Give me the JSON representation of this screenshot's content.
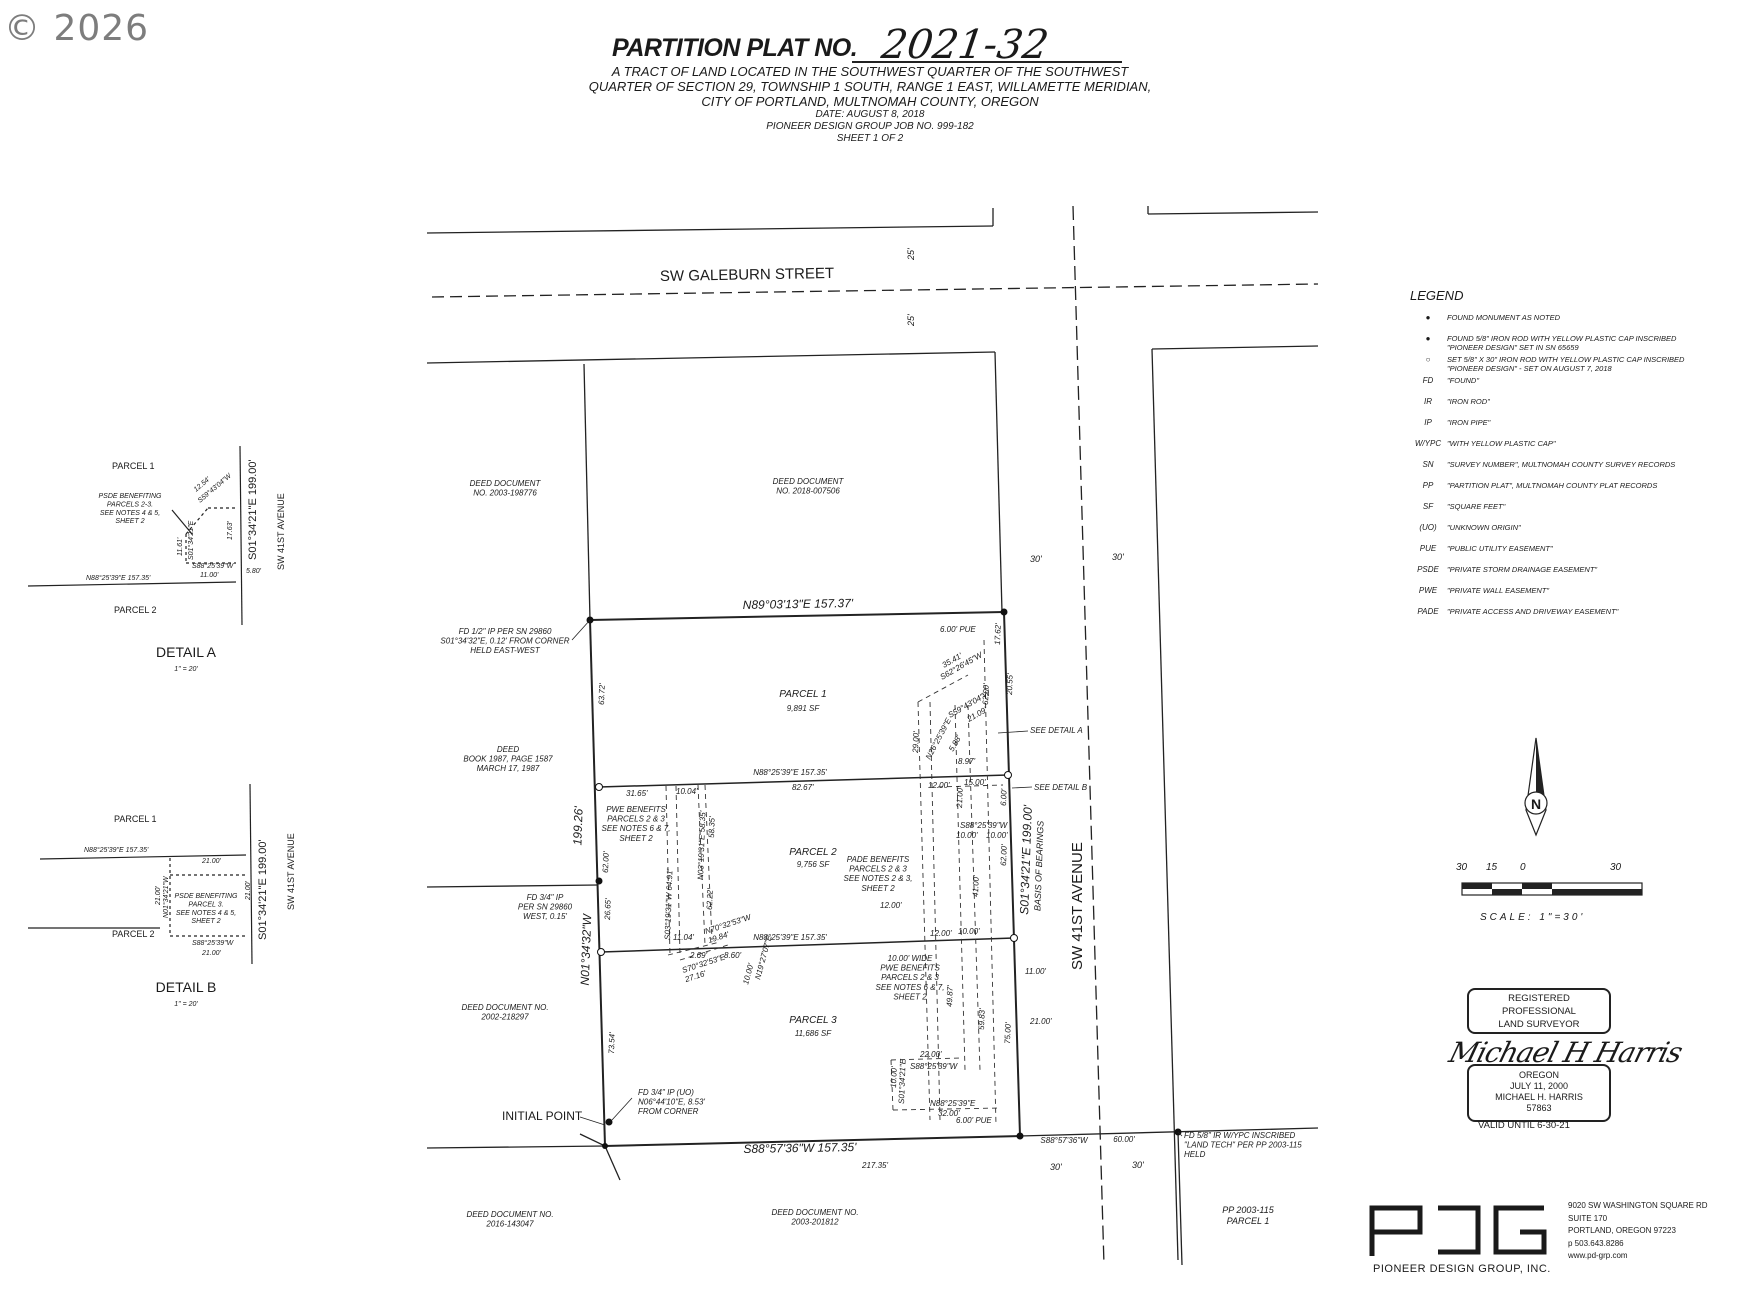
{
  "copyright": "© 2026",
  "header": {
    "title": "PARTITION PLAT NO.",
    "plat_number": "2021-32",
    "line1": "A TRACT OF LAND LOCATED IN THE SOUTHWEST QUARTER OF THE SOUTHWEST",
    "line2": "QUARTER OF SECTION 29, TOWNSHIP 1 SOUTH, RANGE 1 EAST, WILLAMETTE MERIDIAN,",
    "line3": "CITY OF PORTLAND, MULTNOMAH COUNTY, OREGON",
    "date": "DATE: AUGUST 8, 2018",
    "job": "PIONEER DESIGN GROUP JOB NO. 999-182",
    "sheet": "SHEET 1 OF 2"
  },
  "streets": {
    "galeburn": "SW GALEBURN STREET",
    "forty_first": "SW 41ST AVENUE",
    "galeburn_width_n": "25'",
    "galeburn_width_s": "25'",
    "ave_width_w_top": "30'",
    "ave_width_e_top": "30'",
    "ave_width_w_bot": "30'",
    "ave_width_e_bot": "30'"
  },
  "adjacent": {
    "deed_nw": "DEED DOCUMENT\nNO. 2003-198776",
    "deed_ne": "DEED DOCUMENT\nNO. 2018-007506",
    "deed_w": "DEED\nBOOK 1987, PAGE 1587\nMARCH 17, 1987",
    "deed_sw": "DEED DOCUMENT NO.\n2002-218297",
    "deed_s1": "DEED DOCUMENT NO.\n2016-143047",
    "deed_s2": "DEED DOCUMENT NO.\n2003-201812",
    "pp_se": "PP 2003-115\nPARCEL 1"
  },
  "parcels": {
    "p1_name": "PARCEL 1",
    "p1_area": "9,891 SF",
    "p2_name": "PARCEL 2",
    "p2_area": "9,756 SF",
    "p3_name": "PARCEL 3",
    "p3_area": "11,686 SF"
  },
  "bearings": {
    "north_line": "N89°03'13\"E  157.37'",
    "south_line": "S88°57'36\"W  157.35'",
    "west_line": "N01°34'32\"W",
    "west_total": "199.26'",
    "east_line": "S01°34'21\"E  199.00'",
    "basis": "BASIS OF BEARINGS",
    "line12": "N88°25'39\"E  157.35'",
    "line23": "N88°25'39\"E  157.35'",
    "south_ext": "217.35'",
    "se_bearing": "S88°57'36\"W",
    "se_dist": "60.00'"
  },
  "dims": {
    "w1": "63.72'",
    "w2": "62.00'",
    "w3a": "26.65'",
    "w3b": "73.54'",
    "e1": "17.62'",
    "e2": "6.00'",
    "e3": "62.00'",
    "e4": "75.00'",
    "d3165": "31.65'",
    "d1004": "10.04'",
    "d8267": "82.67'",
    "d1200a": "12.00'",
    "d1500": "15.00'",
    "d2100": "21.00'",
    "d1000a": "10.00'",
    "d1000b": "10.00'",
    "d1200b": "12.00'",
    "d1200c": "12.00'",
    "d1000c": "10.00'",
    "d4100": "41.00'",
    "d1100": "11.00'",
    "d2100b": "21.00'",
    "d4987": "49.87'",
    "d5983": "59.83'",
    "d2200": "22.00'",
    "d3200": "32.00'",
    "d1000d": "10.00'",
    "d1104": "11.04'",
    "d269": "2.69'",
    "d860": "8.60'",
    "d1000e": "10.00'",
    "d6222": "62.22'",
    "d5835": "58.35'",
    "d2900": "29.00'",
    "d3541": "35.41'",
    "d2109": "21.09'",
    "d2055": "20.55'",
    "d6200": "62.00'",
    "d897": "8.97'",
    "d588": "5.88'",
    "pue1": "6.00' PUE",
    "pue2": "6.00' PUE",
    "pue_bear": "S88°25'39\"W",
    "b1": "S03°19'31\"W 64.91'",
    "b2": "N03°19'31\"E 58.35'",
    "b3": "N70°32'53\"W\n19.84'",
    "b4": "S70°32'53\"E\n27.16'",
    "b5": "N19°27'07\"E",
    "b6": "S62°26'45\"W",
    "b7": "N26°25'39\"E",
    "b8": "S59°43'04\"W",
    "b9": "S88°25'39\"W",
    "b10": "S88°25'39\"W",
    "b11": "S01°34'21\"E",
    "b12": "N88°25'39\"E"
  },
  "notes": {
    "pwe1": "PWE BENEFITS\nPARCELS 2 & 3\nSEE NOTES 6 & 7,\nSHEET 2",
    "pade": "PADE BENEFITS\nPARCELS 2 & 3\nSEE NOTES 2 & 3,\nSHEET 2",
    "pwe2": "10.00' WIDE\nPWE BENEFITS\nPARCELS 2 & 3\nSEE NOTES 6 & 7,\nSHEET 2",
    "see_a": "SEE DETAIL A",
    "see_b": "SEE DETAIL B",
    "fd_nw": "FD 1/2\" IP PER SN 29860\nS01°34'32\"E, 0.12' FROM CORNER\nHELD EAST-WEST",
    "fd_w": "FD 3/4\" IP\nPER SN 29860\nWEST, 0.15'",
    "fd_sw": "FD 3/4\" IP (UO)\nN06°44'10\"E, 8.53'\nFROM CORNER",
    "fd_se": "FD 5/8\" IR W/YPC INSCRIBED\n\"LAND TECH\" PER PP 2003-115\nHELD",
    "initial_point": "INITIAL POINT"
  },
  "detail_a": {
    "title": "DETAIL A",
    "scale": "1\" = 20'",
    "parcel1": "PARCEL 1",
    "parcel2": "PARCEL 2",
    "psde": "PSDE BENEFITING\nPARCELS 2-3.\nSEE NOTES 4 & 5,\nSHEET 2",
    "line": "N88°25'39\"E 157.35'",
    "street": "SW 41ST AVENUE",
    "bearing": "S01°34'21\"E 199.00'",
    "d1254": "12.54'",
    "b1": "S59°43'04\"W",
    "d1161": "11.61'",
    "b2": "S01°34'21\"E",
    "d1763": "17.63'",
    "b3": "S88°25'39\"W",
    "d1100": "11.00'",
    "d580": "5.80'"
  },
  "detail_b": {
    "title": "DETAIL B",
    "scale": "1\" = 20'",
    "parcel1": "PARCEL 1",
    "parcel2": "PARCEL 2",
    "psde": "PSDE BENEFITING\nPARCEL 3.\nSEE NOTES 4 & 5,\nSHEET 2",
    "line": "N88°25'39\"E 157.35'",
    "street": "SW 41ST AVENUE",
    "bearing": "S01°34'21\"E 199.00'",
    "d2100a": "21.00'",
    "d2100b": "21.00'",
    "d2100c": "21.00'",
    "b1": "N01°34'21\"W",
    "b2": "S88°25'39\"W",
    "d2100d": "21.00'"
  },
  "legend": {
    "title": "LEGEND",
    "rows": [
      {
        "sym": "●",
        "text": "FOUND MONUMENT AS NOTED"
      },
      {
        "sym": "●",
        "text": "FOUND 5/8\" IRON ROD WITH YELLOW PLASTIC CAP INSCRIBED \"PIONEER DESIGN\" SET IN SN 65659"
      },
      {
        "sym": "○",
        "text": "SET 5/8\" X 30\" IRON ROD WITH YELLOW PLASTIC CAP INSCRIBED \"PIONEER DESIGN\" - SET ON AUGUST 7, 2018"
      },
      {
        "sym": "FD",
        "text": "\"FOUND\""
      },
      {
        "sym": "IR",
        "text": "\"IRON ROD\""
      },
      {
        "sym": "IP",
        "text": "\"IRON PIPE\""
      },
      {
        "sym": "W/YPC",
        "text": "\"WITH YELLOW PLASTIC CAP\""
      },
      {
        "sym": "SN",
        "text": "\"SURVEY NUMBER\", MULTNOMAH COUNTY SURVEY RECORDS"
      },
      {
        "sym": "PP",
        "text": "\"PARTITION PLAT\", MULTNOMAH COUNTY PLAT RECORDS"
      },
      {
        "sym": "SF",
        "text": "\"SQUARE FEET\""
      },
      {
        "sym": "(UO)",
        "text": "\"UNKNOWN ORIGIN\""
      },
      {
        "sym": "PUE",
        "text": "\"PUBLIC UTILITY EASEMENT\""
      },
      {
        "sym": "PSDE",
        "text": "\"PRIVATE STORM DRAINAGE EASEMENT\""
      },
      {
        "sym": "PWE",
        "text": "\"PRIVATE WALL EASEMENT\""
      },
      {
        "sym": "PADE",
        "text": "\"PRIVATE ACCESS AND DRIVEWAY EASEMENT\""
      }
    ]
  },
  "north_arrow": "N",
  "scale": {
    "t30a": "30",
    "t15": "15",
    "t0": "0",
    "t30b": "30",
    "label": "SCALE: 1\"=30'"
  },
  "surveyor": {
    "top": "REGISTERED\nPROFESSIONAL\nLAND SURVEYOR",
    "signature": "Michael H Harris",
    "bottom": "OREGON\nJULY 11, 2000\nMICHAEL H. HARRIS\n57863",
    "valid": "VALID UNTIL 6-30-21"
  },
  "firm": {
    "logo": "PDG",
    "name": "PIONEER DESIGN GROUP, INC.",
    "address": "9020 SW WASHINGTON SQUARE RD\nSUITE 170\nPORTLAND, OREGON  97223\np  503.643.8286\nwww.pd-grp.com"
  }
}
